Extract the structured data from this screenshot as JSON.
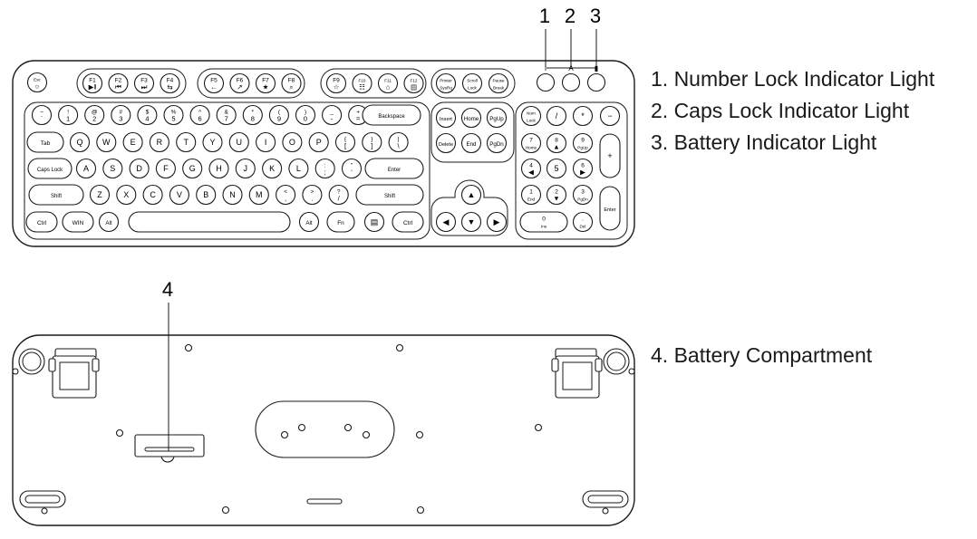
{
  "callouts": [
    "1",
    "2",
    "3",
    "4"
  ],
  "legend": [
    "1. Number Lock Indicator Light",
    "2. Caps Lock Indicator Light",
    "3. Battery Indicator Light",
    "4. Battery Compartment"
  ],
  "indicator_glyphs": [
    "I",
    "A",
    "▮"
  ],
  "keys": {
    "row0": [
      {
        "id": "esc",
        "t": "Esc",
        "b": "☼"
      },
      {
        "id": "f1",
        "t": "F1",
        "b": "▶‖"
      },
      {
        "id": "f2",
        "t": "F2",
        "b": "⏮"
      },
      {
        "id": "f3",
        "t": "F3",
        "b": "⏭"
      },
      {
        "id": "f4",
        "t": "F4",
        "b": "⇆"
      },
      {
        "id": "f5",
        "t": "F5",
        "b": "←"
      },
      {
        "id": "f6",
        "t": "F6",
        "b": "↗"
      },
      {
        "id": "f7",
        "t": "F7",
        "b": "★"
      },
      {
        "id": "f8",
        "t": "F8",
        "b": "⌕"
      },
      {
        "id": "f9",
        "t": "F9",
        "b": "☆"
      },
      {
        "id": "f10",
        "t": "F10",
        "b": "☷"
      },
      {
        "id": "f11",
        "t": "F11",
        "b": "⌂"
      },
      {
        "id": "f12",
        "t": "F12",
        "b": "▤"
      },
      {
        "id": "prtsc",
        "t": "Printer",
        "b": "SysRq"
      },
      {
        "id": "scroll",
        "t": "Scroll",
        "b": "Lock"
      },
      {
        "id": "pause",
        "t": "Pause",
        "b": "Break"
      }
    ],
    "row1": [
      {
        "id": "grave",
        "t": "~",
        "b": "`"
      },
      {
        "id": "k1",
        "t": "!",
        "b": "1"
      },
      {
        "id": "k2",
        "t": "@",
        "b": "2"
      },
      {
        "id": "k3",
        "t": "#",
        "b": "3"
      },
      {
        "id": "k4",
        "t": "$",
        "b": "4"
      },
      {
        "id": "k5",
        "t": "%",
        "b": "5"
      },
      {
        "id": "k6",
        "t": "^",
        "b": "6"
      },
      {
        "id": "k7",
        "t": "&",
        "b": "7"
      },
      {
        "id": "k8",
        "t": "*",
        "b": "8"
      },
      {
        "id": "k9",
        "t": "(",
        "b": "9"
      },
      {
        "id": "k0",
        "t": ")",
        "b": "0"
      },
      {
        "id": "minus",
        "t": "_",
        "b": "-"
      },
      {
        "id": "equal",
        "t": "+",
        "b": "="
      },
      {
        "id": "backspace",
        "l": "Backspace"
      },
      {
        "id": "insert",
        "l": "Insert"
      },
      {
        "id": "home",
        "l": "Home"
      },
      {
        "id": "pgup",
        "l": "PgUp"
      }
    ],
    "row2": [
      {
        "id": "tab",
        "l": "Tab"
      },
      {
        "id": "q",
        "l": "Q"
      },
      {
        "id": "w",
        "l": "W"
      },
      {
        "id": "e",
        "l": "E"
      },
      {
        "id": "r",
        "l": "R"
      },
      {
        "id": "t",
        "l": "T"
      },
      {
        "id": "y",
        "l": "Y"
      },
      {
        "id": "u",
        "l": "U"
      },
      {
        "id": "i",
        "l": "I"
      },
      {
        "id": "o",
        "l": "O"
      },
      {
        "id": "p",
        "l": "P"
      },
      {
        "id": "lbracket",
        "t": "{",
        "b": "["
      },
      {
        "id": "rbracket",
        "t": "}",
        "b": "]"
      },
      {
        "id": "backslash",
        "t": "|",
        "b": "\\"
      },
      {
        "id": "delete",
        "l": "Delete"
      },
      {
        "id": "end",
        "l": "End"
      },
      {
        "id": "pgdn",
        "l": "PgDn"
      }
    ],
    "row3": [
      {
        "id": "capslock",
        "l": "Caps Lock"
      },
      {
        "id": "a",
        "l": "A"
      },
      {
        "id": "s",
        "l": "S"
      },
      {
        "id": "d",
        "l": "D"
      },
      {
        "id": "f",
        "l": "F"
      },
      {
        "id": "g",
        "l": "G"
      },
      {
        "id": "h",
        "l": "H"
      },
      {
        "id": "j",
        "l": "J"
      },
      {
        "id": "k",
        "l": "K"
      },
      {
        "id": "l",
        "l": "L"
      },
      {
        "id": "semicolon",
        "t": ":",
        "b": ";"
      },
      {
        "id": "quote",
        "t": "\"",
        "b": "'"
      },
      {
        "id": "enter",
        "l": "Enter"
      }
    ],
    "row4": [
      {
        "id": "lshift",
        "l": "Shift"
      },
      {
        "id": "z",
        "l": "Z"
      },
      {
        "id": "x",
        "l": "X"
      },
      {
        "id": "c",
        "l": "C"
      },
      {
        "id": "v",
        "l": "V"
      },
      {
        "id": "b",
        "l": "B"
      },
      {
        "id": "n",
        "l": "N"
      },
      {
        "id": "m",
        "l": "M"
      },
      {
        "id": "comma",
        "t": "<",
        "b": ","
      },
      {
        "id": "period",
        "t": ">",
        "b": "."
      },
      {
        "id": "slash",
        "t": "?",
        "b": "/"
      },
      {
        "id": "rshift",
        "l": "Shift"
      },
      {
        "id": "up",
        "l": "▲"
      }
    ],
    "row5": [
      {
        "id": "lctrl",
        "l": "Ctrl"
      },
      {
        "id": "win",
        "l": "WIN"
      },
      {
        "id": "lalt",
        "l": "Alt"
      },
      {
        "id": "space",
        "l": ""
      },
      {
        "id": "ralt",
        "l": "Alt"
      },
      {
        "id": "fn",
        "l": "Fn"
      },
      {
        "id": "menu",
        "l": "▤"
      },
      {
        "id": "rctrl",
        "l": "Ctrl"
      },
      {
        "id": "left",
        "l": "◀"
      },
      {
        "id": "down",
        "l": "▼"
      },
      {
        "id": "right",
        "l": "▶"
      }
    ],
    "numpad": [
      {
        "id": "numlock",
        "t": "Num",
        "b": "Lock"
      },
      {
        "id": "ndiv",
        "l": "/"
      },
      {
        "id": "nmul",
        "l": "*"
      },
      {
        "id": "nminus",
        "l": "−"
      },
      {
        "id": "n7",
        "t": "7",
        "b": "Home"
      },
      {
        "id": "n8",
        "t": "8",
        "b": "▲"
      },
      {
        "id": "n9",
        "t": "9",
        "b": "PgUp"
      },
      {
        "id": "nplus",
        "l": "+"
      },
      {
        "id": "n4",
        "t": "4",
        "b": "◀"
      },
      {
        "id": "n5",
        "l": "5"
      },
      {
        "id": "n6",
        "t": "6",
        "b": "▶"
      },
      {
        "id": "n1",
        "t": "1",
        "b": "End"
      },
      {
        "id": "n2",
        "t": "2",
        "b": "▼"
      },
      {
        "id": "n3",
        "t": "3",
        "b": "PgDn"
      },
      {
        "id": "nenter",
        "l": "Enter"
      },
      {
        "id": "n0",
        "t": "0",
        "b": "Ins"
      },
      {
        "id": "ndot",
        "t": ".",
        "b": "Del"
      }
    ]
  }
}
